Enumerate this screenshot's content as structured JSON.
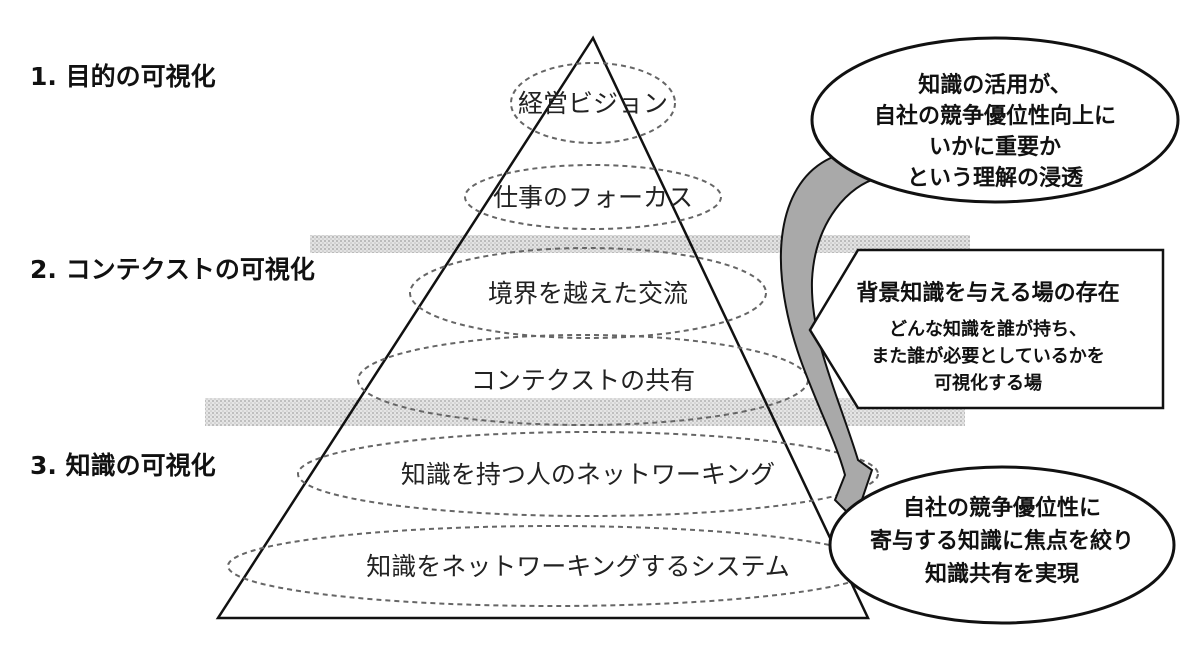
{
  "levels": {
    "purpose": "1. 目的の可視化",
    "context": "2. コンテクストの可視化",
    "knowledge": "3. 知識の可視化"
  },
  "layers": [
    "経営ビジョン",
    "仕事のフォーカス",
    "境界を越えた交流",
    "コンテクストの共有",
    "知識を持つ人のネットワーキング",
    "知識をネットワーキングするシステム"
  ],
  "callouts": {
    "top": {
      "line1": "知識の活用が、",
      "line2": "自社の競争優位性向上に",
      "line3": "いかに重要か",
      "line4": "という理解の浸透"
    },
    "middle": {
      "title": "背景知識を与える場の存在",
      "line1": "どんな知識を誰が持ち、",
      "line2": "また誰が必要としているかを",
      "line3": "可視化する場"
    },
    "bottom": {
      "line1": "自社の競争優位性に",
      "line2": "寄与する知識に焦点を絞り",
      "line3": "知識共有を実現"
    }
  },
  "colors": {
    "line": "#111111",
    "dashed": "#666666",
    "band": "#bdbdbd",
    "arrow_fill": "#a9a9a9"
  }
}
